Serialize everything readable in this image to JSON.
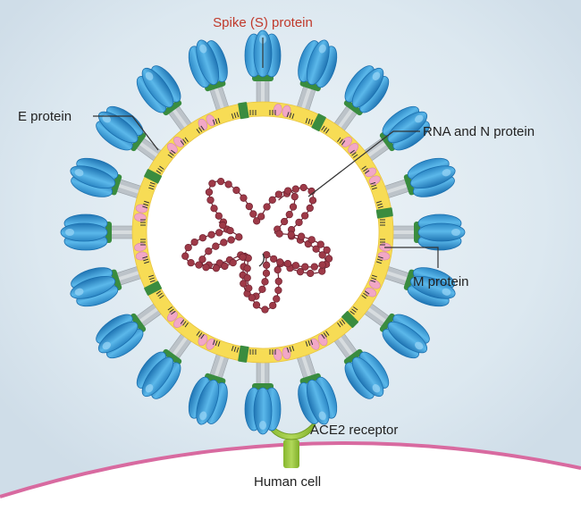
{
  "labels": {
    "spike": "Spike (S) protein",
    "e_protein": "E protein",
    "rna_n": "RNA and N protein",
    "m_protein": "M protein",
    "ace2": "ACE2 receptor",
    "human_cell": "Human cell"
  },
  "colors": {
    "background": "#dce8f0",
    "envelope": "#f7dc55",
    "spike_fill": "#3a9fd8",
    "spike_dark": "#1a6fae",
    "stalk": "#bcc3c9",
    "rna": "#9e3a48",
    "m_protein": "#f2a7c6",
    "e_protein": "#3a8c3f",
    "ace2": "#9bc83c",
    "cell_membrane": "#d86aa0",
    "spike_label": "#c0392b"
  },
  "counts": {
    "spikes": 20
  }
}
